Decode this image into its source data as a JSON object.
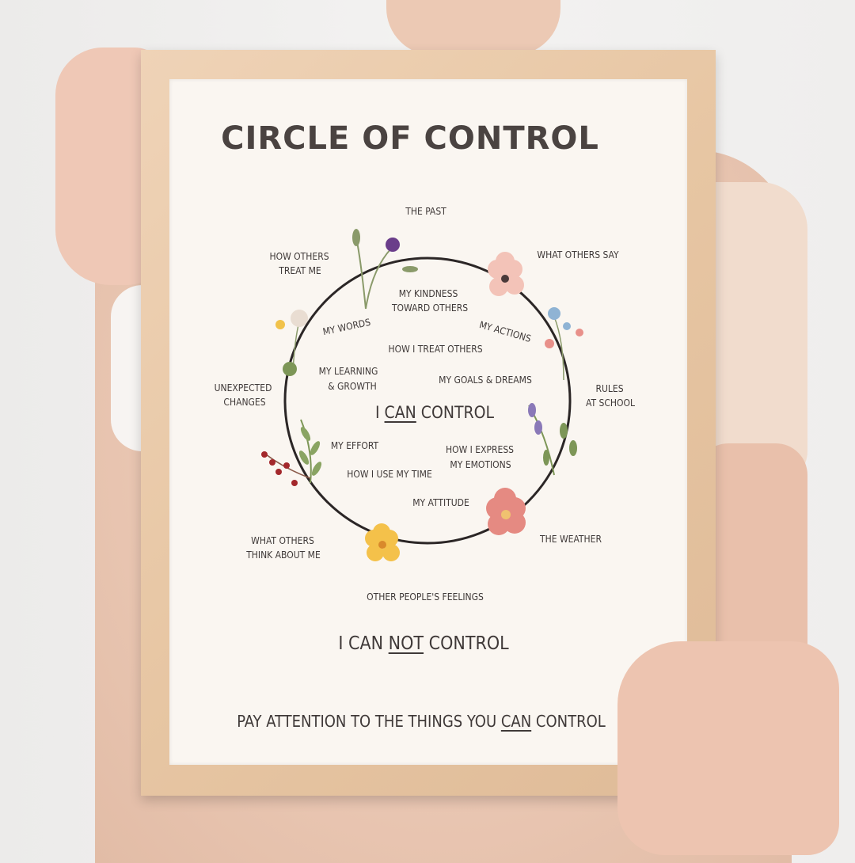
{
  "poster": {
    "title": "CIRCLE OF CONTROL",
    "inside_heading": {
      "pre": "I ",
      "emph": "CAN",
      "post": " CONTROL"
    },
    "inside_items": [
      "MY KINDNESS",
      "TOWARD OTHERS",
      "MY WORDS",
      "MY ACTIONS",
      "HOW I TREAT OTHERS",
      "MY LEARNING",
      "& GROWTH",
      "MY GOALS & DREAMS",
      "MY EFFORT",
      "HOW I EXPRESS",
      "MY EMOTIONS",
      "HOW I USE MY TIME",
      "MY ATTITUDE"
    ],
    "outside_items": [
      "THE PAST",
      "HOW OTHERS",
      "TREAT ME",
      "WHAT OTHERS SAY",
      "UNEXPECTED",
      "CHANGES",
      "RULES",
      "AT SCHOOL",
      "WHAT OTHERS",
      "THINK ABOUT ME",
      "THE WEATHER",
      "OTHER PEOPLE'S FEELINGS"
    ],
    "outside_heading": {
      "pre": "I CAN ",
      "emph": "NOT",
      "post": " CONTROL"
    },
    "footer": {
      "pre": "PAY ATTENTION TO THE THINGS YOU ",
      "emph": "CAN",
      "post": " CONTROL"
    }
  },
  "colors": {
    "frame": "#e7c6a3",
    "poster": "#faf6f1",
    "ink": "#3f3938",
    "circle": "#2b2626"
  },
  "decorations": [
    "purple-flower-icon",
    "pink-flower-icon",
    "blue-flower-icon",
    "white-flower-icon",
    "leaf-branch-icon",
    "berry-sprig-icon",
    "lavender-icon",
    "red-flower-icon",
    "yellow-flower-icon"
  ]
}
